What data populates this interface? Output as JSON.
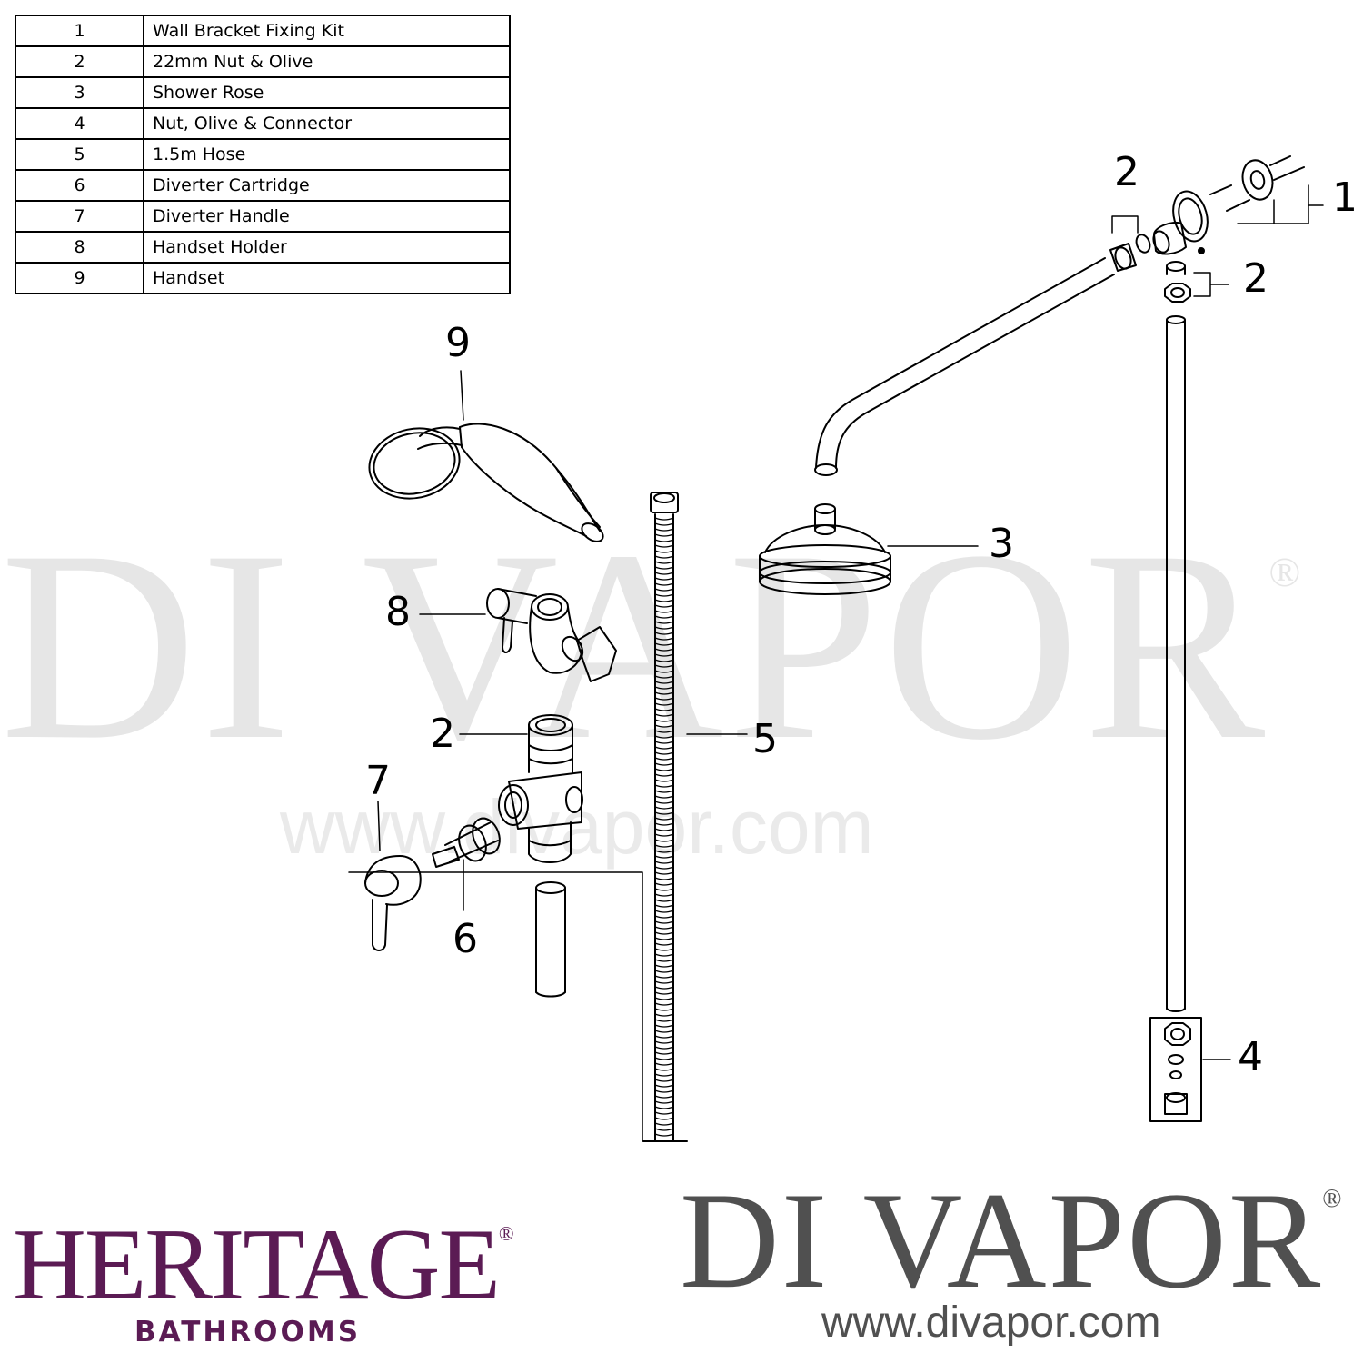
{
  "parts": [
    {
      "num": "1",
      "desc": "Wall Bracket Fixing Kit"
    },
    {
      "num": "2",
      "desc": "22mm Nut & Olive"
    },
    {
      "num": "3",
      "desc": "Shower Rose"
    },
    {
      "num": "4",
      "desc": "Nut, Olive & Connector"
    },
    {
      "num": "5",
      "desc": "1.5m Hose"
    },
    {
      "num": "6",
      "desc": "Diverter Cartridge"
    },
    {
      "num": "7",
      "desc": "Diverter Handle"
    },
    {
      "num": "8",
      "desc": "Handset Holder"
    },
    {
      "num": "9",
      "desc": "Handset"
    }
  ],
  "callouts": {
    "c1": "1",
    "c2_top": "2",
    "c2_right": "2",
    "c2_left": "2",
    "c3": "3",
    "c4": "4",
    "c5": "5",
    "c6": "6",
    "c7": "7",
    "c8": "8",
    "c9": "9"
  },
  "watermark": {
    "logo": "DI VAPOR",
    "reg": "®",
    "url": "www.divapor.com"
  },
  "brand_heritage": {
    "name": "HERITAGE",
    "reg": "®",
    "sub": "BATHROOMS"
  },
  "brand_divapor": {
    "name": "DI VAPOR",
    "reg": "®",
    "url": "www.divapor.com"
  },
  "colors": {
    "heritage": "#5b1b54",
    "divapor": "#505050",
    "watermark": "#e6e6e6"
  }
}
